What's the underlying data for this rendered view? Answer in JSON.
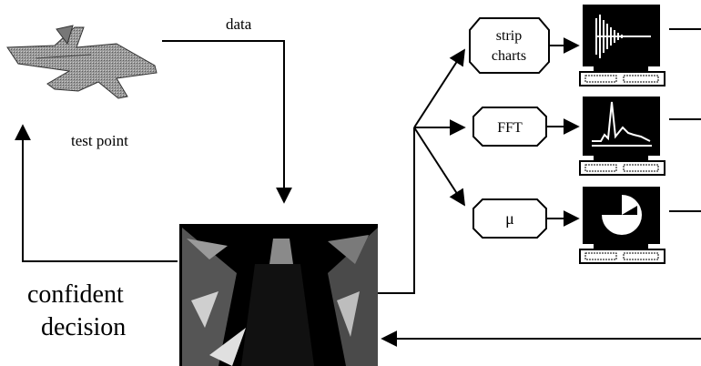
{
  "labels": {
    "data": "data",
    "test_point": "test point",
    "confident": "confident",
    "decision": "decision"
  },
  "boxes": {
    "strip_line1": "strip",
    "strip_line2": "charts",
    "fft": "FFT",
    "mu": "μ"
  },
  "icons": {
    "aircraft": "jet-aircraft-icon",
    "tunnel": "tunnel-visualization-image",
    "monitor_1": "waveform-monitor-icon",
    "monitor_2": "spectrum-monitor-icon",
    "monitor_3": "pie-chart-monitor-icon"
  },
  "colors": {
    "ink": "#000000",
    "background": "#ffffff"
  }
}
